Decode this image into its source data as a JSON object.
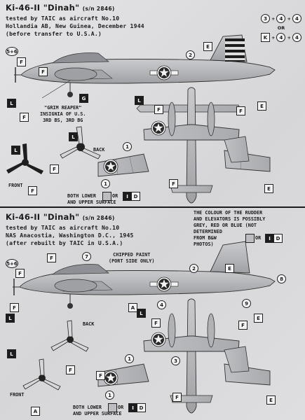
{
  "sections": [
    {
      "title_prefix": "Ki-46-II",
      "title_name": "\"Dinah\"",
      "serial": "(s/n 2846)",
      "lines": [
        "tested by TAIC as aircraft No.10",
        "Hollandia AB, New Guinea, December 1944",
        "(before transfer to U.S.A.)"
      ],
      "callout_insignia": [
        "\"GRIM REAPER\"",
        "INSIGNIA OF U.S.",
        "3RD BS, 3RD BG"
      ],
      "label_front": "FRONT",
      "label_back": "BACK",
      "surface_note": [
        "BOTH LOWER",
        "AND UPPER SURFACE"
      ],
      "surface_or": "OR",
      "marks_tail": [
        "3",
        "4",
        "4",
        "OR",
        "K",
        "4",
        "4"
      ]
    },
    {
      "title_prefix": "Ki-46-II",
      "title_name": "\"Dinah\"",
      "serial": "(s/n 2846)",
      "lines": [
        "tested by TAIC as aircraft No.10",
        "NAS Anacostia, Washington D.C., 1945",
        "(after rebuilt by TAIC in U.S.A.)"
      ],
      "colour_note": [
        "THE COLOUR OF THE RUDDER",
        "AND ELEVATORS IS POSSIBLY",
        "GREY, RED OR BLUE (NOT",
        "DETERMINED",
        "FROM B&W",
        "PHOTOS)"
      ],
      "colour_or": "OR",
      "callout_paint": [
        "CHIPPED PAINT",
        "(PORT SIDE ONLY)"
      ],
      "label_front": "FRONT",
      "label_back": "BACK",
      "surface_note": [
        "BOTH LOWER",
        "AND UPPER SURFACE"
      ],
      "surface_or": "OR"
    }
  ],
  "callout_letters": {
    "F": "F",
    "G": "G",
    "L": "L",
    "E": "E",
    "A": "A",
    "D": "D",
    "I": "I"
  },
  "callout_numbers": {
    "n1": "1",
    "n2": "2",
    "n3": "3",
    "n4": "4",
    "n5": "5+6",
    "n7": "7",
    "n8": "8",
    "n9": "9"
  }
}
